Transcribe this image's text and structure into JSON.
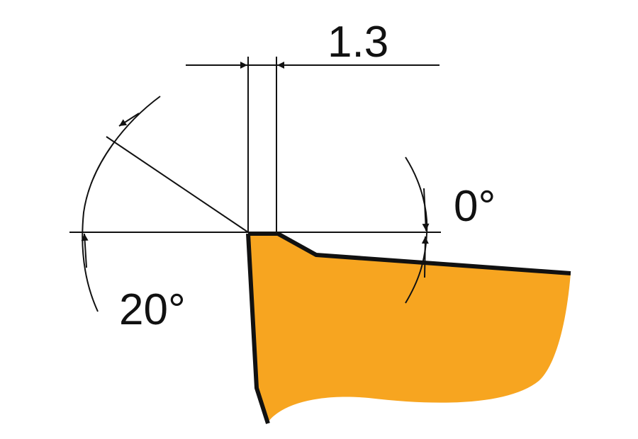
{
  "colors": {
    "tool_fill": "#F7A520",
    "outline": "#111111",
    "background": "#FFFFFF"
  },
  "dimensions": {
    "land_width": "1.3",
    "rake_angle": "0°",
    "chamfer_angle": "20°"
  }
}
